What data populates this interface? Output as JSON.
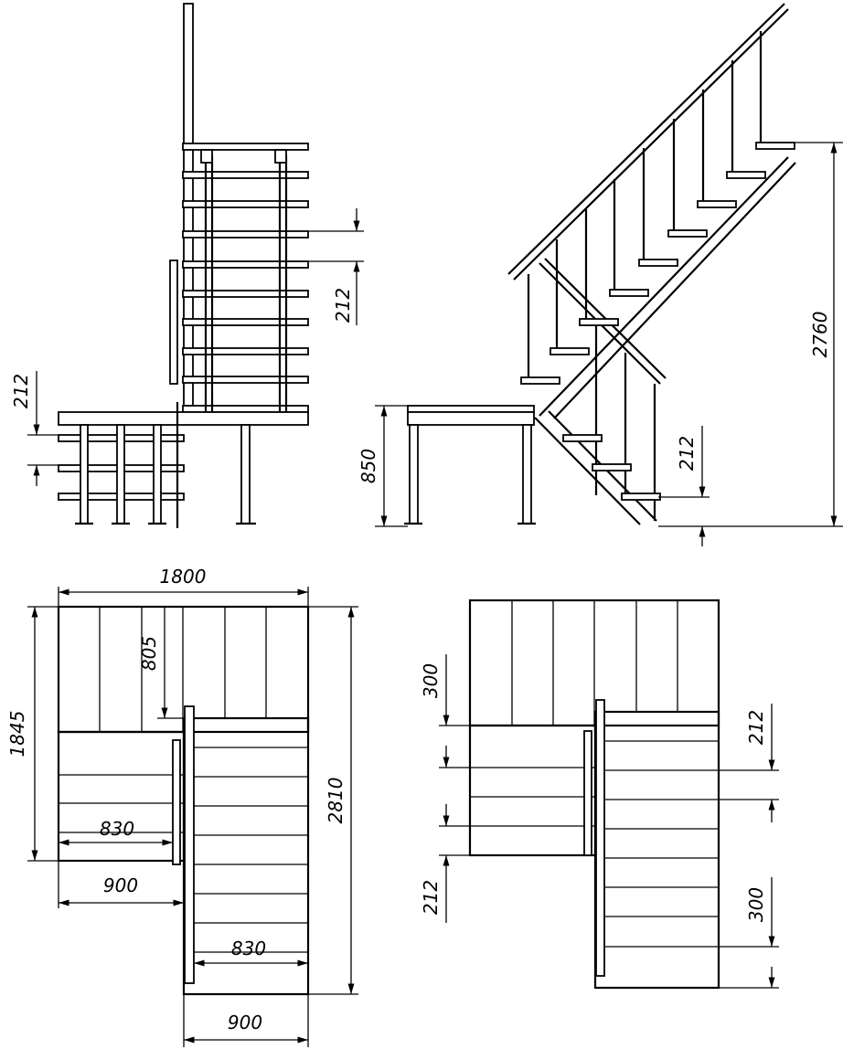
{
  "views": {
    "front_elevation": {
      "dims": {
        "rise_right": "212",
        "rise_left": "212"
      }
    },
    "side_elevation": {
      "dims": {
        "total_height": "2760",
        "platform_height": "850",
        "rise": "212"
      }
    },
    "plan_upper": {
      "dims": {
        "total_width": "1800",
        "left_depth": "1845",
        "total_depth": "2810",
        "landing_overhang": "805",
        "tread_width_left": "830",
        "flight_width_left": "900",
        "tread_width_right": "830",
        "flight_width_right": "900"
      }
    },
    "plan_lower": {
      "dims": {
        "landing_left": "300",
        "landing_right": "300",
        "rise_left": "212",
        "rise_right": "212"
      }
    }
  },
  "colors": {
    "line": "#000000",
    "background": "#ffffff"
  }
}
